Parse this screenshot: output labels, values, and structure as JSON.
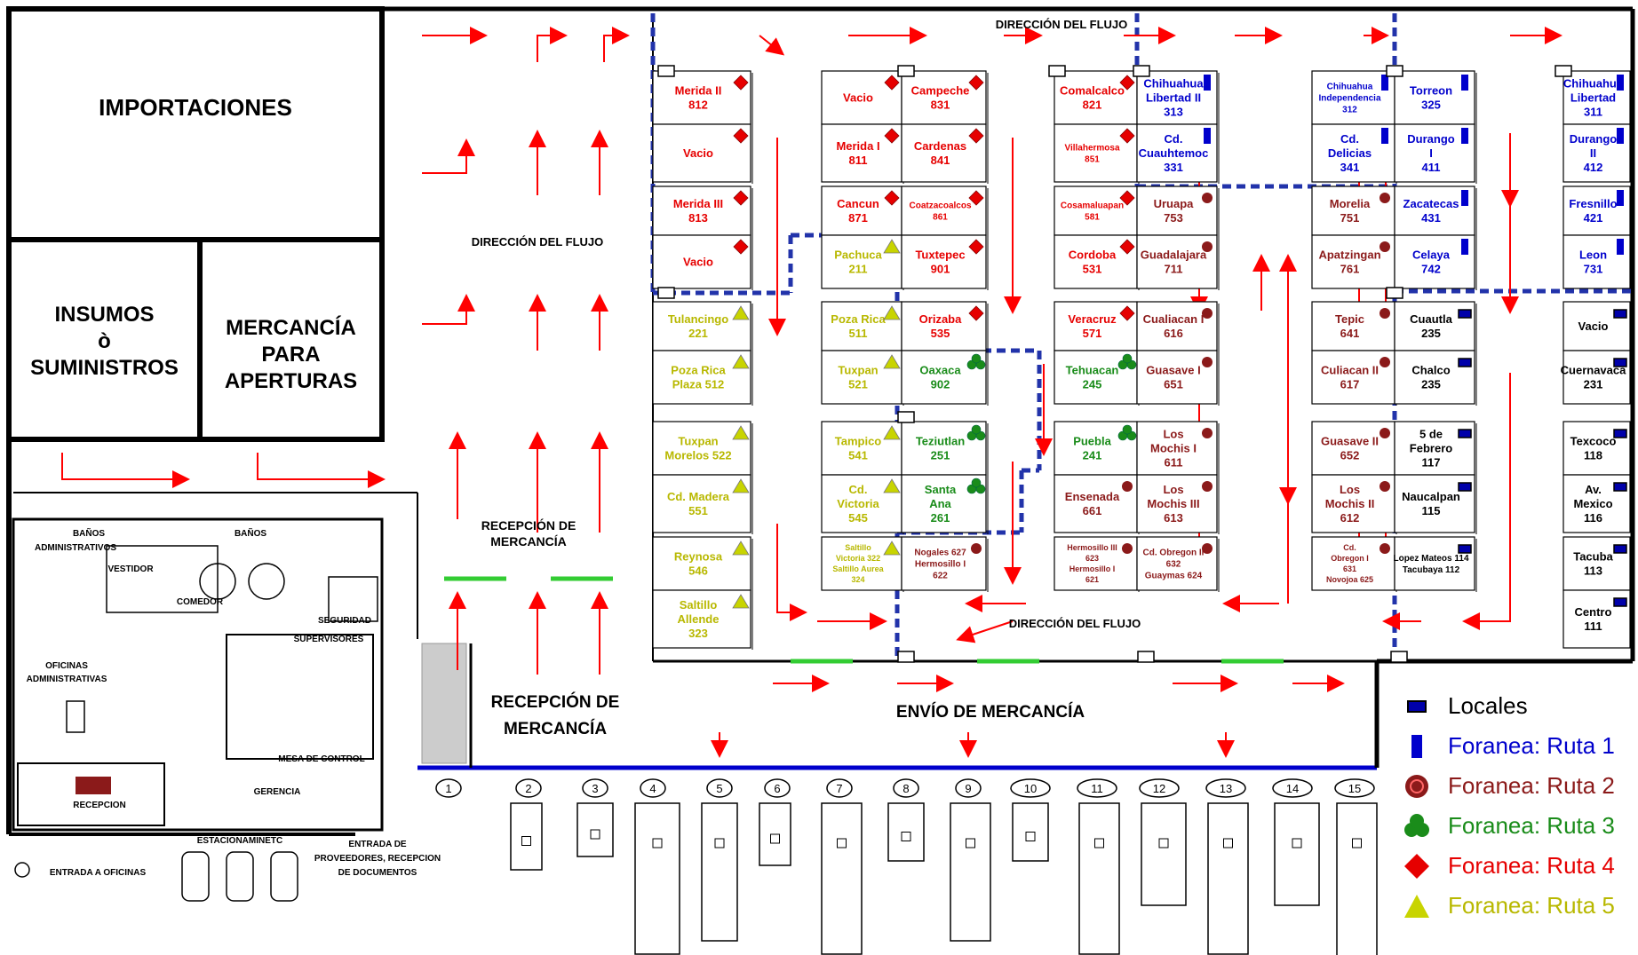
{
  "rooms": {
    "importaciones": "IMPORTACIONES",
    "insumos_1": "INSUMOS",
    "insumos_2": "ò",
    "insumos_3": "SUMINISTROS",
    "mercancia_1": "MERCANCÍA",
    "mercancia_2": "PARA",
    "mercancia_3": "APERTURAS"
  },
  "flow_labels": {
    "top": "DIRECCIÓN DEL FLUJO",
    "left": "DIRECCIÓN DEL FLUJO",
    "bottom": "DIRECCIÓN DEL FLUJO"
  },
  "areas": {
    "recepcion_small_1": "RECEPCIÓN DE",
    "recepcion_small_2": "MERCANCÍA",
    "recepcion_big_1": "RECEPCIÓN DE",
    "recepcion_big_2": "MERCANCÍA",
    "envio": "ENVÍO DE MERCANCÍA"
  },
  "office_labels": {
    "banos_admin_1": "BAÑOS",
    "banos_admin_2": "ADMINISTRATIVOS",
    "banos": "BAÑOS",
    "vestidor": "VESTIDOR",
    "comedor": "COMEDOR",
    "seguridad": "SEGURIDAD",
    "supervisores": "SUPERVISORES",
    "oficinas_1": "OFICINAS",
    "oficinas_2": "ADMINISTRATIVAS",
    "mesa_control": "MESA DE CONTROL",
    "gerencia": "GERENCIA",
    "recepcion": "RECEPCION",
    "estacionamiento": "ESTACIONAMINETC",
    "entrada_oficinas": "ENTRADA A OFICINAS",
    "entrada_prov_1": "ENTRADA DE",
    "entrada_prov_2": "PROVEEDORES, RECEPCION",
    "entrada_prov_3": "DE DOCUMENTOS"
  },
  "docks": [
    "1",
    "2",
    "3",
    "4",
    "5",
    "6",
    "7",
    "8",
    "9",
    "10",
    "11",
    "12",
    "13",
    "14",
    "15"
  ],
  "legend": {
    "items": [
      {
        "label": "Locales",
        "color": "#000000",
        "symbol": "locales-icon"
      },
      {
        "label": "Foranea:  Ruta 1",
        "color": "#0000cc",
        "symbol": "blue-bar-icon"
      },
      {
        "label": "Foranea:  Ruta 2",
        "color": "#8b1a1a",
        "symbol": "brown-circle-icon"
      },
      {
        "label": "Foranea:  Ruta 3",
        "color": "#1a8c1a",
        "symbol": "green-clover-icon"
      },
      {
        "label": "Foranea:  Ruta 4",
        "color": "#e60000",
        "symbol": "red-diamond-icon"
      },
      {
        "label": "Foranea:  Ruta 5",
        "color": "#b8b800",
        "symbol": "yellow-triangle-icon"
      }
    ]
  },
  "route_colors": {
    "locales": "#000000",
    "ruta1": "#0000cc",
    "ruta2": "#8b1a1a",
    "ruta3": "#1a8c1a",
    "ruta4": "#e60000",
    "ruta5": "#b8b800"
  },
  "cells": [
    {
      "col": "A",
      "row": 0,
      "lines": [
        "Merida II",
        "812"
      ],
      "route": "ruta4"
    },
    {
      "col": "A",
      "row": 1,
      "lines": [
        "Vacio"
      ],
      "route": "ruta4"
    },
    {
      "col": "A",
      "row": 2,
      "lines": [
        "Merida III",
        "813"
      ],
      "route": "ruta4"
    },
    {
      "col": "A",
      "row": 3,
      "lines": [
        "Vacio"
      ],
      "route": "ruta4"
    },
    {
      "col": "A",
      "row": 4,
      "lines": [
        "Tulancingo",
        "221"
      ],
      "route": "ruta5"
    },
    {
      "col": "A",
      "row": 5,
      "lines": [
        "Poza Rica",
        "Plaza 512"
      ],
      "route": "ruta5"
    },
    {
      "col": "A",
      "row": 6,
      "lines": [
        "Tuxpan",
        "Morelos 522"
      ],
      "route": "ruta5"
    },
    {
      "col": "A",
      "row": 7,
      "lines": [
        "Cd. Madera",
        "551"
      ],
      "route": "ruta5"
    },
    {
      "col": "A",
      "row": 8,
      "lines": [
        "Reynosa",
        "546"
      ],
      "route": "ruta5"
    },
    {
      "col": "A",
      "row": 9,
      "lines": [
        "Saltillo",
        "Allende",
        "323"
      ],
      "route": "ruta5"
    },
    {
      "col": "B",
      "row": 0,
      "lines": [
        "Vacio"
      ],
      "route": "ruta4"
    },
    {
      "col": "B",
      "row": 1,
      "lines": [
        "Merida I",
        "811"
      ],
      "route": "ruta4"
    },
    {
      "col": "B",
      "row": 2,
      "lines": [
        "Cancun",
        "871"
      ],
      "route": "ruta4"
    },
    {
      "col": "B",
      "row": 3,
      "lines": [
        "Pachuca",
        "211"
      ],
      "route": "ruta5"
    },
    {
      "col": "B",
      "row": 4,
      "lines": [
        "Poza Rica",
        "511"
      ],
      "route": "ruta5"
    },
    {
      "col": "B",
      "row": 5,
      "lines": [
        "Tuxpan",
        "521"
      ],
      "route": "ruta5"
    },
    {
      "col": "B",
      "row": 6,
      "lines": [
        "Tampico",
        "541"
      ],
      "route": "ruta5"
    },
    {
      "col": "B",
      "row": 7,
      "lines": [
        "Cd.",
        "Victoria",
        "545"
      ],
      "route": "ruta5"
    },
    {
      "col": "B",
      "row": 8,
      "lines": [
        "Saltillo",
        "Victoria 322",
        "Saltillo Aurea",
        "324"
      ],
      "route": "ruta5"
    },
    {
      "col": "C",
      "row": 0,
      "lines": [
        "Campeche",
        "831"
      ],
      "route": "ruta4"
    },
    {
      "col": "C",
      "row": 1,
      "lines": [
        "Cardenas",
        "841"
      ],
      "route": "ruta4"
    },
    {
      "col": "C",
      "row": 2,
      "lines": [
        "Coatzacoalcos",
        "861"
      ],
      "route": "ruta4"
    },
    {
      "col": "C",
      "row": 3,
      "lines": [
        "Tuxtepec",
        "901"
      ],
      "route": "ruta4"
    },
    {
      "col": "C",
      "row": 4,
      "lines": [
        "Orizaba",
        "535"
      ],
      "route": "ruta4"
    },
    {
      "col": "C",
      "row": 5,
      "lines": [
        "Oaxaca",
        "902"
      ],
      "route": "ruta3"
    },
    {
      "col": "C",
      "row": 6,
      "lines": [
        "Teziutlan",
        "251"
      ],
      "route": "ruta3"
    },
    {
      "col": "C",
      "row": 7,
      "lines": [
        "Santa",
        "Ana",
        "261"
      ],
      "route": "ruta3"
    },
    {
      "col": "C",
      "row": 8,
      "lines": [
        "Nogales 627",
        "Hermosillo I",
        "622"
      ],
      "route": "ruta2"
    },
    {
      "col": "D",
      "row": 0,
      "lines": [
        "Comalcalco",
        "821"
      ],
      "route": "ruta4"
    },
    {
      "col": "D",
      "row": 1,
      "lines": [
        "Villahermosa",
        "851"
      ],
      "route": "ruta4"
    },
    {
      "col": "D",
      "row": 2,
      "lines": [
        "Cosamaluapan",
        "581"
      ],
      "route": "ruta4"
    },
    {
      "col": "D",
      "row": 3,
      "lines": [
        "Cordoba",
        "531"
      ],
      "route": "ruta4"
    },
    {
      "col": "D",
      "row": 4,
      "lines": [
        "Veracruz",
        "571"
      ],
      "route": "ruta4"
    },
    {
      "col": "D",
      "row": 5,
      "lines": [
        "Tehuacan",
        "245"
      ],
      "route": "ruta3"
    },
    {
      "col": "D",
      "row": 6,
      "lines": [
        "Puebla",
        "241"
      ],
      "route": "ruta3"
    },
    {
      "col": "D",
      "row": 7,
      "lines": [
        "Ensenada",
        "661"
      ],
      "route": "ruta2"
    },
    {
      "col": "D",
      "row": 8,
      "lines": [
        "Hermosillo III",
        "623",
        "Hermosillo I",
        "621"
      ],
      "route": "ruta2"
    },
    {
      "col": "E",
      "row": 0,
      "lines": [
        "Chihuahua",
        "Libertad II",
        "313"
      ],
      "route": "ruta1"
    },
    {
      "col": "E",
      "row": 1,
      "lines": [
        "Cd.",
        "Cuauhtemoc",
        "331"
      ],
      "route": "ruta1"
    },
    {
      "col": "E",
      "row": 2,
      "lines": [
        "Uruapa",
        "753"
      ],
      "route": "ruta2"
    },
    {
      "col": "E",
      "row": 3,
      "lines": [
        "Guadalajara",
        "711"
      ],
      "route": "ruta2"
    },
    {
      "col": "E",
      "row": 4,
      "lines": [
        "Cualiacan I",
        "616"
      ],
      "route": "ruta2"
    },
    {
      "col": "E",
      "row": 5,
      "lines": [
        "Guasave I",
        "651"
      ],
      "route": "ruta2"
    },
    {
      "col": "E",
      "row": 6,
      "lines": [
        "Los",
        "Mochis I",
        "611"
      ],
      "route": "ruta2"
    },
    {
      "col": "E",
      "row": 7,
      "lines": [
        "Los",
        "Mochis III",
        "613"
      ],
      "route": "ruta2"
    },
    {
      "col": "E",
      "row": 8,
      "lines": [
        "Cd. Obregon II",
        "632",
        "Guaymas 624"
      ],
      "route": "ruta2"
    },
    {
      "col": "F",
      "row": 0,
      "lines": [
        "Chihuahua",
        "Independencia",
        "312"
      ],
      "route": "ruta1"
    },
    {
      "col": "F",
      "row": 1,
      "lines": [
        "Cd.",
        "Delicias",
        "341"
      ],
      "route": "ruta1"
    },
    {
      "col": "F",
      "row": 2,
      "lines": [
        "Morelia",
        "751"
      ],
      "route": "ruta2"
    },
    {
      "col": "F",
      "row": 3,
      "lines": [
        "Apatzingan",
        "761"
      ],
      "route": "ruta2"
    },
    {
      "col": "F",
      "row": 4,
      "lines": [
        "Tepic",
        "641"
      ],
      "route": "ruta2"
    },
    {
      "col": "F",
      "row": 5,
      "lines": [
        "Culiacan II",
        "617"
      ],
      "route": "ruta2"
    },
    {
      "col": "F",
      "row": 6,
      "lines": [
        "Guasave II",
        "652"
      ],
      "route": "ruta2"
    },
    {
      "col": "F",
      "row": 7,
      "lines": [
        "Los",
        "Mochis II",
        "612"
      ],
      "route": "ruta2"
    },
    {
      "col": "F",
      "row": 8,
      "lines": [
        "Cd.",
        "Obregon I",
        "631",
        "Novojoa 625"
      ],
      "route": "ruta2"
    },
    {
      "col": "G",
      "row": 0,
      "lines": [
        "Torreon",
        "325"
      ],
      "route": "ruta1"
    },
    {
      "col": "G",
      "row": 1,
      "lines": [
        "Durango",
        "I",
        "411"
      ],
      "route": "ruta1"
    },
    {
      "col": "G",
      "row": 2,
      "lines": [
        "Zacatecas",
        "431"
      ],
      "route": "ruta1"
    },
    {
      "col": "G",
      "row": 3,
      "lines": [
        "Celaya",
        "742"
      ],
      "route": "ruta1"
    },
    {
      "col": "G",
      "row": 4,
      "lines": [
        "Cuautla",
        "235"
      ],
      "route": "locales"
    },
    {
      "col": "G",
      "row": 5,
      "lines": [
        "Chalco",
        "235"
      ],
      "route": "locales"
    },
    {
      "col": "G",
      "row": 6,
      "lines": [
        "5 de",
        "Febrero",
        "117"
      ],
      "route": "locales"
    },
    {
      "col": "G",
      "row": 7,
      "lines": [
        "Naucalpan",
        "115"
      ],
      "route": "locales"
    },
    {
      "col": "G",
      "row": 8,
      "lines": [
        "Lopez Mateos 114",
        "Tacubaya 112"
      ],
      "route": "locales"
    },
    {
      "col": "H",
      "row": 0,
      "lines": [
        "Chihuahua",
        "Libertad",
        "311"
      ],
      "route": "ruta1"
    },
    {
      "col": "H",
      "row": 1,
      "lines": [
        "Durango",
        "II",
        "412"
      ],
      "route": "ruta1"
    },
    {
      "col": "H",
      "row": 2,
      "lines": [
        "Fresnillo",
        "421"
      ],
      "route": "ruta1"
    },
    {
      "col": "H",
      "row": 3,
      "lines": [
        "Leon",
        "731"
      ],
      "route": "ruta1"
    },
    {
      "col": "H",
      "row": 4,
      "lines": [
        "Vacio"
      ],
      "route": "locales"
    },
    {
      "col": "H",
      "row": 5,
      "lines": [
        "Cuernavaca",
        "231"
      ],
      "route": "locales"
    },
    {
      "col": "H",
      "row": 6,
      "lines": [
        "Texcoco",
        "118"
      ],
      "route": "locales"
    },
    {
      "col": "H",
      "row": 7,
      "lines": [
        "Av.",
        "Mexico",
        "116"
      ],
      "route": "locales"
    },
    {
      "col": "H",
      "row": 8,
      "lines": [
        "Tacuba",
        "113"
      ],
      "route": "locales"
    },
    {
      "col": "H",
      "row": 9,
      "lines": [
        "Centro",
        "111"
      ],
      "route": "locales"
    }
  ]
}
